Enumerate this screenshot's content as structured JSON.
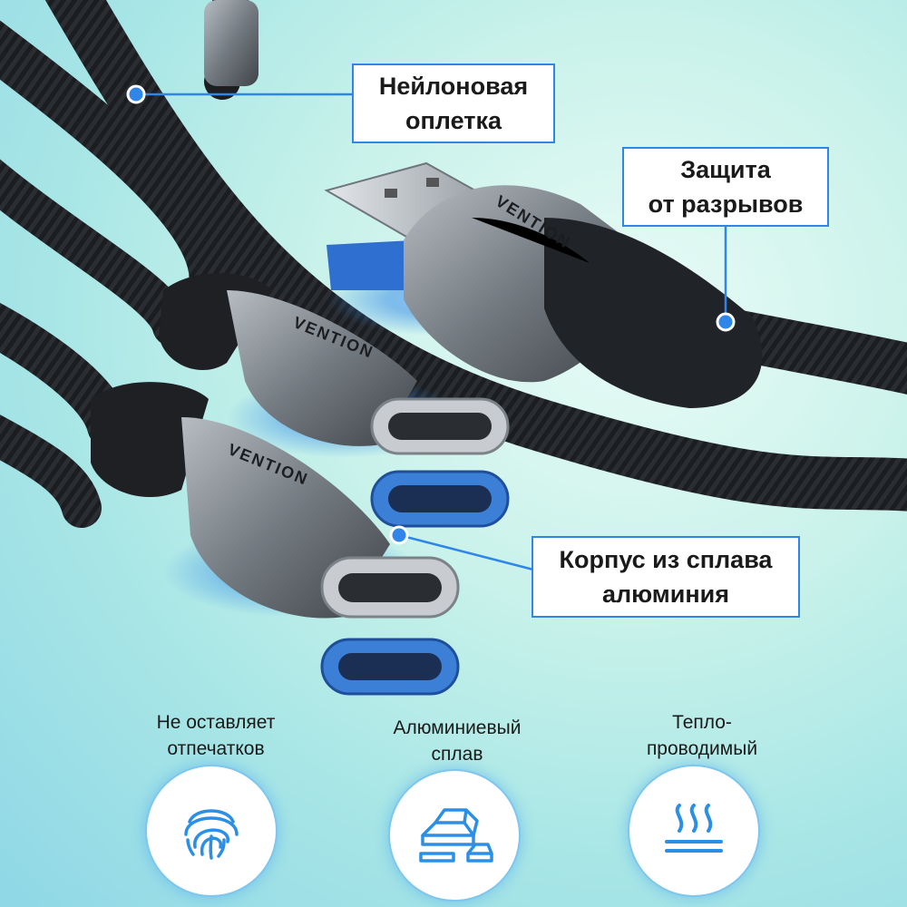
{
  "brand": "VENTION",
  "callouts": {
    "nylon_braid": "Нейлоновая\nоплетка",
    "break_protection": "Защита\nот разрывов",
    "aluminum_housing": "Корпус из сплава\nалюминия"
  },
  "features": [
    {
      "label": "Не оставляет\nотпечатков",
      "icon": "fingerprint-icon"
    },
    {
      "label": "Алюминиевый\nсплав",
      "icon": "ingots-icon"
    },
    {
      "label": "Тепло-\nпроводимый",
      "icon": "heat-icon"
    }
  ],
  "colors": {
    "accent": "#2f86e8",
    "icon_blue": "#2b8fe6",
    "cable": "#17191c",
    "housing": "#8a9096"
  }
}
